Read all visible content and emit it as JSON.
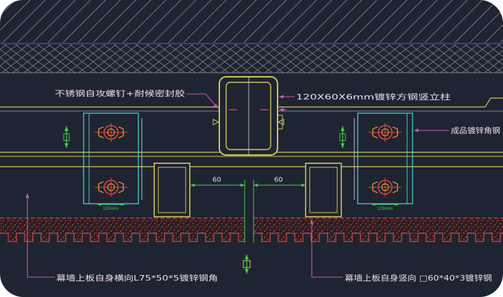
{
  "drawing": {
    "labels": {
      "screw_sealant": "不锈钢自攻螺钉+耐候密封胶",
      "steel_column": "120X60X6mm镀锌方钢竖立柱",
      "angle_steel": "成品镀锌角钢",
      "horizontal_angle": "幕墙上板自身横向L75*50*5镀锌钢角",
      "vertical_tube": "幕墙上板自身竖向 □60*40*3镀锌钢"
    },
    "dimensions": {
      "gap_left": "60",
      "gap_right": "60",
      "bracket_left": "120mm",
      "bracket_right": "120mm"
    }
  },
  "colors": {
    "background": "#1f2432",
    "hatch": "#7d838e",
    "blue": "#3b4cc0",
    "yellow": "#d6c65a",
    "cyan": "#45cfd2",
    "magenta": "#cf57b4",
    "red": "#e2473c",
    "orange": "#e7942e",
    "green": "#43d14f",
    "text": "#eddfe8",
    "white": "#d9d9d9",
    "concrete_base": "#2b1d24"
  }
}
